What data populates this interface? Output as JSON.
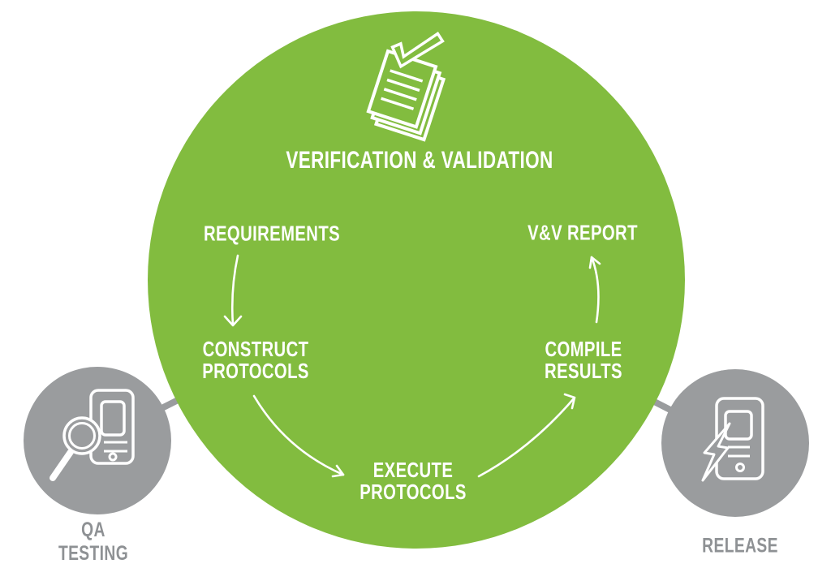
{
  "colors": {
    "circle_green": "#82bc3f",
    "circle_gray": "#9a9c9e",
    "outside_label_gray": "#8e9194",
    "inner_text": "#ffffff"
  },
  "diagram": {
    "title": "VERIFICATION & VALIDATION",
    "center_icon": "checklist-documents-icon",
    "steps": {
      "requirements": {
        "label": "REQUIREMENTS"
      },
      "construct": {
        "line1": "CONSTRUCT",
        "line2": "PROTOCOLS"
      },
      "execute": {
        "line1": "EXECUTE",
        "line2": "PROTOCOLS"
      },
      "compile": {
        "line1": "COMPILE",
        "line2": "RESULTS"
      },
      "report": {
        "label": "V&V REPORT"
      }
    },
    "flow_order": [
      "REQUIREMENTS",
      "CONSTRUCT PROTOCOLS",
      "EXECUTE PROTOCOLS",
      "COMPILE RESULTS",
      "V&V REPORT"
    ],
    "satellites": {
      "qa": {
        "line1": "QA",
        "line2": "TESTING",
        "icon": "magnifier-phone-icon"
      },
      "release": {
        "label": "RELEASE",
        "icon": "lightning-phone-icon"
      }
    }
  }
}
